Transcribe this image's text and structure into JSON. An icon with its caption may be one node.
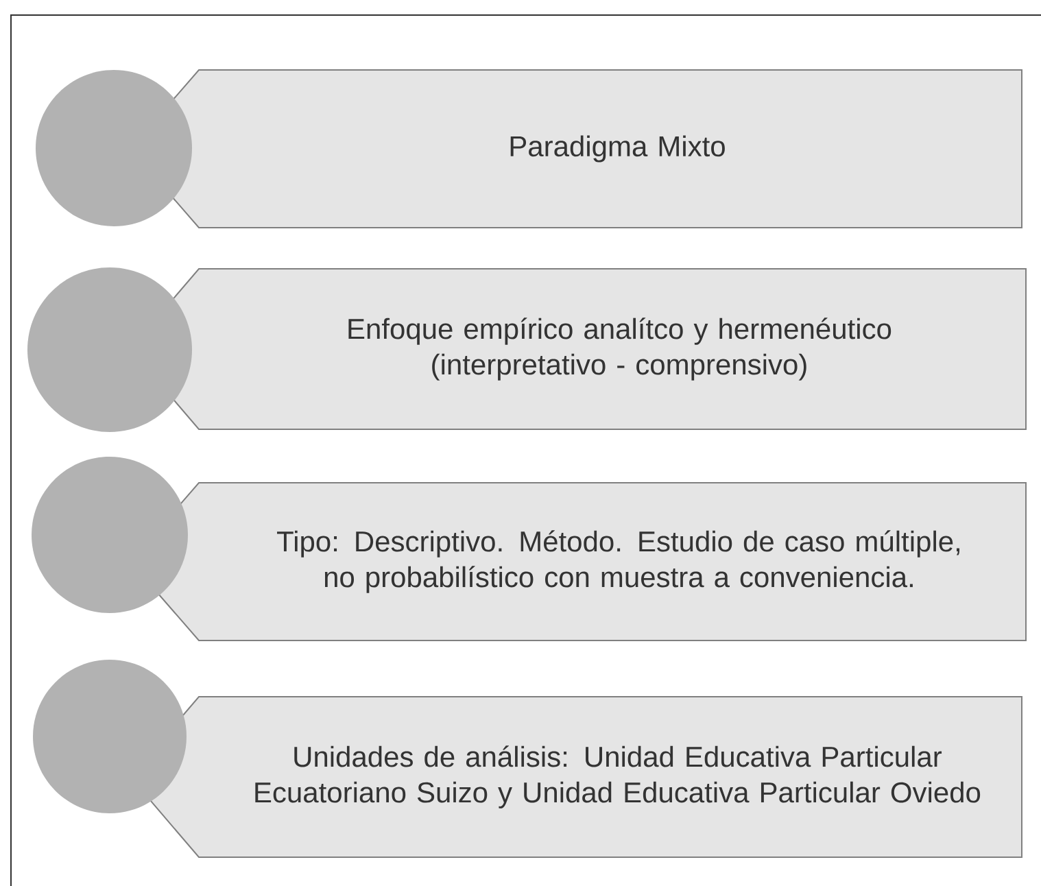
{
  "diagram": {
    "nodes": [
      {
        "text": [],
        "shape": "circle"
      },
      {
        "text": [
          "Paradigma Mixto"
        ]
      },
      {
        "text": [],
        "shape": "circle"
      },
      {
        "text": [
          "Enfoque empírico analítco y hermenéutico (interpretativo - comprensivo)"
        ]
      },
      {
        "text": [],
        "shape": "circle"
      },
      {
        "text": [
          "Tipo: Descriptivo. Método. Estudio de caso múltiple, no probabilístico con muestra a conveniencia."
        ]
      },
      {
        "text": [],
        "shape": "circle"
      },
      {
        "text": [
          "Unidades de análisis: Unidad Educativa Particular Ecuatoriano Suizo y Unidad Educativa Particular Oviedo"
        ]
      }
    ]
  }
}
